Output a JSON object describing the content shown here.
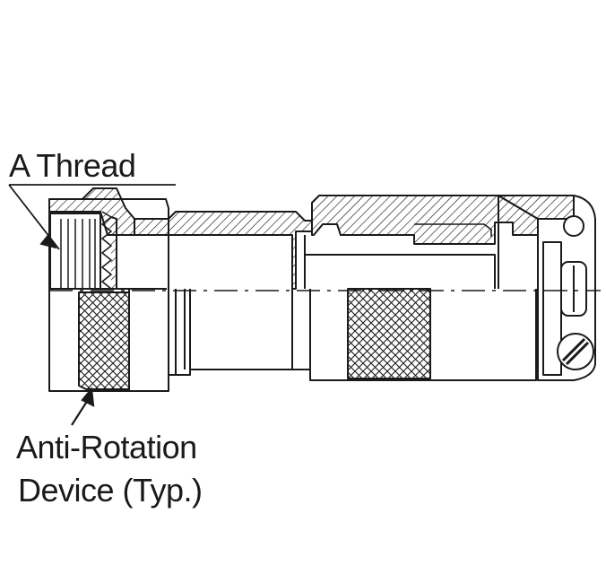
{
  "labels": {
    "thread": "A Thread",
    "anti_rotation_line1": "Anti-Rotation",
    "anti_rotation_line2": "Device (Typ.)"
  },
  "colors": {
    "line": "#1a1a1a",
    "background": "#ffffff"
  },
  "icons": [
    "connector-drawing",
    "leader-arrow",
    "slotted-screw"
  ]
}
